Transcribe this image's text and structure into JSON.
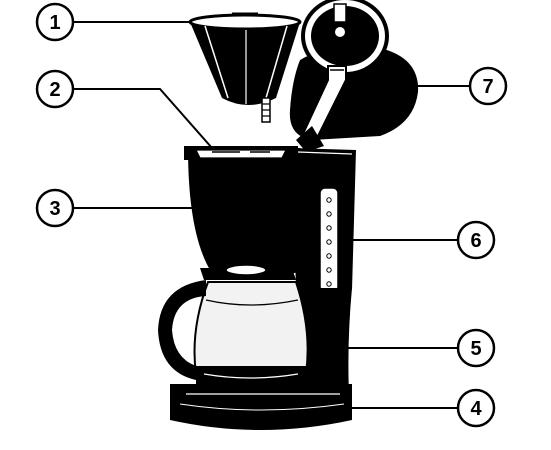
{
  "callouts": [
    {
      "id": "1",
      "label": "1"
    },
    {
      "id": "2",
      "label": "2"
    },
    {
      "id": "3",
      "label": "3"
    },
    {
      "id": "4",
      "label": "4"
    },
    {
      "id": "5",
      "label": "5"
    },
    {
      "id": "6",
      "label": "6"
    },
    {
      "id": "7",
      "label": "7"
    }
  ],
  "colors": {
    "ink": "#000000",
    "paper": "#ffffff",
    "glass": "#f2f2f2"
  }
}
